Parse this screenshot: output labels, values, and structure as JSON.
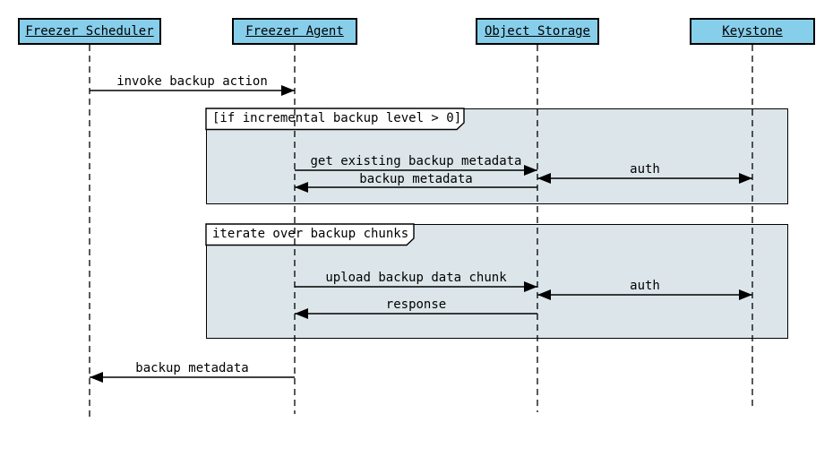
{
  "diagram_type": "uml-sequence-diagram",
  "colors": {
    "participant_fill": "#87ceeb",
    "fragment_fill": "#dce6ea",
    "fragment_label_fill": "#ffffff",
    "line": "#000000",
    "background": "#ffffff"
  },
  "participants": [
    {
      "name": "Freezer Scheduler"
    },
    {
      "name": "Freezer Agent"
    },
    {
      "name": "Object Storage"
    },
    {
      "name": "Keystone"
    }
  ],
  "fragments": [
    {
      "label": "[if incremental backup level > 0]"
    },
    {
      "label": "iterate over backup chunks"
    }
  ],
  "messages": [
    {
      "text": "invoke backup action",
      "from": "Freezer Scheduler",
      "to": "Freezer Agent",
      "bidirectional": false
    },
    {
      "text": "get existing backup metadata",
      "from": "Freezer Agent",
      "to": "Object Storage",
      "bidirectional": false,
      "fragment": 0
    },
    {
      "text": "auth",
      "from": "Object Storage",
      "to": "Keystone",
      "bidirectional": true,
      "fragment": 0
    },
    {
      "text": "backup metadata",
      "from": "Object Storage",
      "to": "Freezer Agent",
      "bidirectional": false,
      "fragment": 0
    },
    {
      "text": "upload backup data chunk",
      "from": "Freezer Agent",
      "to": "Object Storage",
      "bidirectional": false,
      "fragment": 1
    },
    {
      "text": "auth",
      "from": "Object Storage",
      "to": "Keystone",
      "bidirectional": true,
      "fragment": 1
    },
    {
      "text": "response",
      "from": "Object Storage",
      "to": "Freezer Agent",
      "bidirectional": false,
      "fragment": 1
    },
    {
      "text": "backup metadata",
      "from": "Freezer Agent",
      "to": "Freezer Scheduler",
      "bidirectional": false
    }
  ]
}
